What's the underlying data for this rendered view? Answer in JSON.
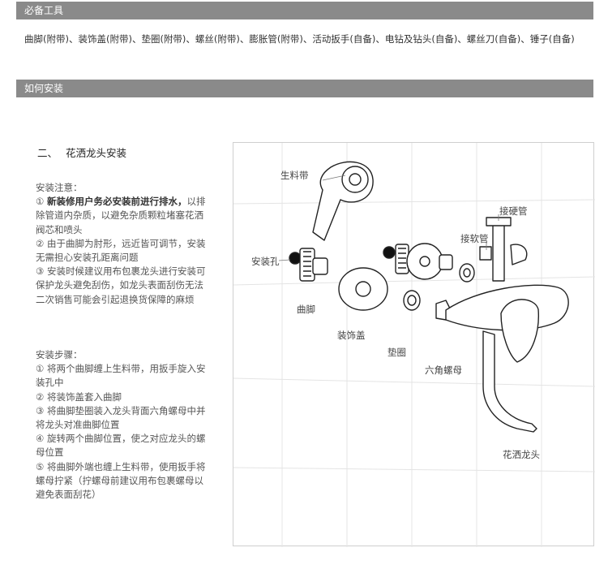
{
  "sections": {
    "tools_header": "必备工具",
    "tools_list": "曲脚(附带)、装饰盖(附带)、垫圈(附带)、螺丝(附带)、膨胀管(附带)、活动扳手(自备)、电钻及钻头(自备)、螺丝刀(自备)、锤子(自备)",
    "install_header": "如何安装"
  },
  "install": {
    "number": "二、",
    "title": "花洒龙头安装",
    "notes_heading": "安装注意：",
    "notes": [
      {
        "prefix": "①",
        "bold": "新装修用户务必安装前进行排水，",
        "text": "以排除管道内杂质，以避免杂质颗粒堵塞花洒阀芯和喷头"
      },
      {
        "prefix": "②",
        "bold": "",
        "text": "由于曲脚为肘形，远近皆可调节，安装无需担心安装孔距离问题"
      },
      {
        "prefix": "③",
        "bold": "",
        "text": "安装时候建议用布包裹龙头进行安装可保护龙头避免刮伤，如龙头表面刮伤无法二次销售可能会引起退换货保障的麻烦"
      }
    ],
    "steps_heading": "安装步骤：",
    "steps": [
      {
        "prefix": "①",
        "text": "将两个曲脚缠上生料带，用扳手旋入安装孔中"
      },
      {
        "prefix": "②",
        "text": "将装饰盖套入曲脚"
      },
      {
        "prefix": "③",
        "text": "将曲脚垫圈装入龙头背面六角螺母中并将龙头对准曲脚位置"
      },
      {
        "prefix": "④",
        "text": "旋转两个曲脚位置，使之对应龙头的螺母位置"
      },
      {
        "prefix": "⑤",
        "text": "将曲脚外端也缠上生料带，使用扳手将螺母拧紧（拧螺母前建议用布包裹螺母以避免表面刮花）"
      }
    ]
  },
  "diagram": {
    "labels": {
      "tape": "生料带",
      "hole": "安装孔",
      "elbow": "曲脚",
      "cover": "装饰盖",
      "washer": "垫圈",
      "hex_nut": "六角螺母",
      "rigid_pipe": "接硬管",
      "soft_pipe": "接软管",
      "faucet": "花洒龙头"
    }
  },
  "colors": {
    "header_bar": "#8a8a8a",
    "text": "#444444"
  }
}
